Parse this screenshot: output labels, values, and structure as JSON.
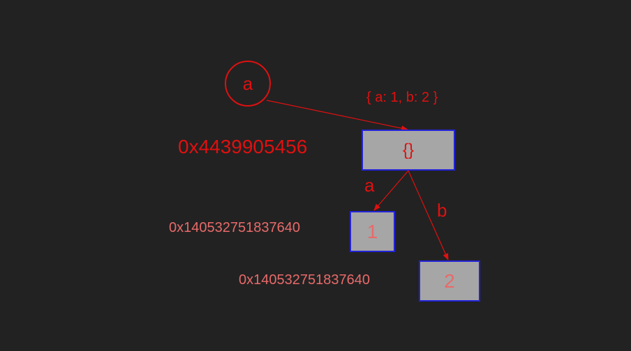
{
  "variable": {
    "name": "a"
  },
  "object": {
    "repr": "{ a: 1, b: 2 }",
    "symbol": "{}",
    "address": "0x4439905456"
  },
  "edges": {
    "a_label": "a",
    "b_label": "b"
  },
  "values": [
    {
      "value": "1",
      "address": "0x140532751837640"
    },
    {
      "value": "2",
      "address": "0x140532751837640"
    }
  ],
  "colors": {
    "background": "#222222",
    "accent_red": "#e01010",
    "muted_red": "#e86a6a",
    "box_fill": "#a6a6a6",
    "box_border": "#2323d8"
  }
}
